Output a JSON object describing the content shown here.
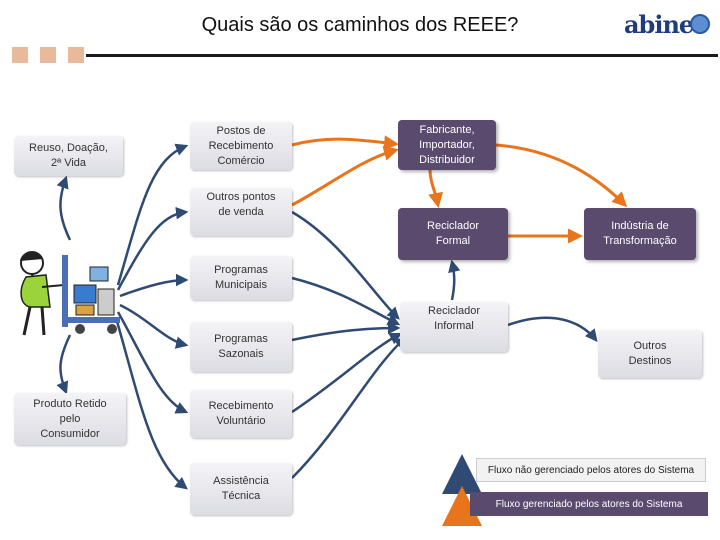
{
  "title": "Quais são os caminhos dos REEE?",
  "logo": {
    "text": "abinee"
  },
  "boxes": {
    "reuso": "Reuso, Doação,\n2ª Vida",
    "produto_retido": "Produto Retido\npelo\nConsumidor",
    "postos": "Postos de\nRecebimento\nComércio",
    "outros_pontos": "Outros pontos\nde venda",
    "programas_municipais": "Programas\nMunicipais",
    "programas_sazonais": "Programas\nSazonais",
    "recebimento_voluntario": "Recebimento\nVoluntário",
    "assistencia_tecnica": "Assistência\nTécnica",
    "fabricante": "Fabricante,\nImportador,\nDistribuidor",
    "reciclador_formal": "Reciclador\nFormal",
    "reciclador_informal": "Reciclador\nInformal",
    "industria": "Indústria de\nTransformação",
    "outros_destinos": "Outros\nDestinos"
  },
  "legend": {
    "unmanaged": "Fluxo não gerenciado pelos atores do Sistema",
    "managed": "Fluxo gerenciado pelos atores do Sistema"
  },
  "colors": {
    "unmanaged_arrow": "#2f4a73",
    "managed_arrow": "#e8741c",
    "dark_box": "#5a4a6e",
    "accent_square": "#e9b99c"
  }
}
